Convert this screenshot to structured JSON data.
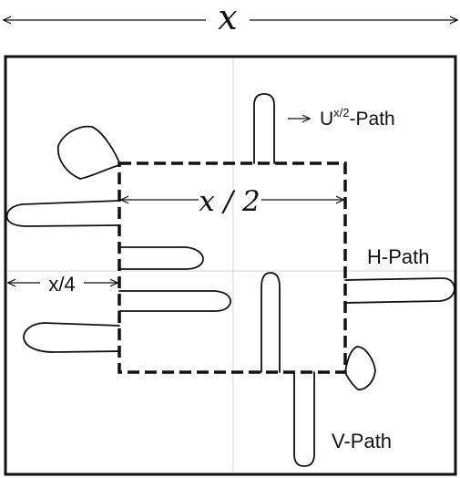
{
  "labels": {
    "width": "x",
    "half": "x / 2",
    "quarter": "x/4",
    "u_path_prefix": "U",
    "u_path_exponent": "x/2",
    "u_path_suffix": "-Path",
    "h_path": "H-Path",
    "v_path": "V-Path"
  },
  "colors": {
    "stroke": "#111111",
    "guide": "#d4d4d4",
    "background": "#ffffff"
  }
}
